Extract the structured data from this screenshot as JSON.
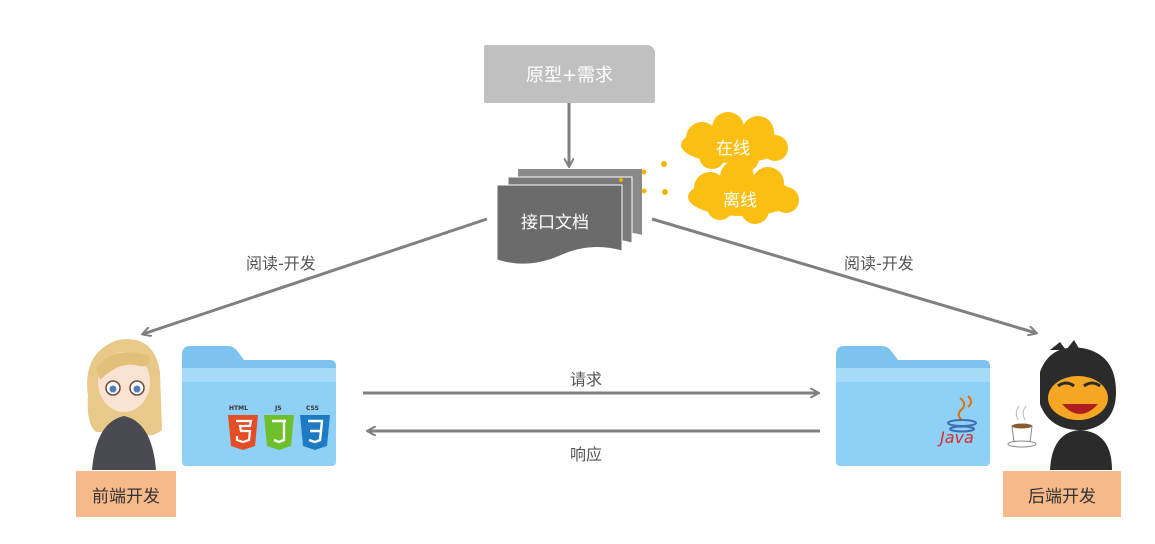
{
  "nodes": {
    "prototype": "原型+需求",
    "api_doc": "接口文档",
    "online": "在线",
    "offline": "离线",
    "frontend": "前端开发",
    "backend": "后端开发"
  },
  "edges": {
    "read_dev_left": "阅读-开发",
    "read_dev_right": "阅读-开发",
    "request": "请求",
    "response": "响应"
  },
  "icons": {
    "html": "HTML",
    "js": "JS",
    "css": "CSS",
    "java": "Java"
  }
}
